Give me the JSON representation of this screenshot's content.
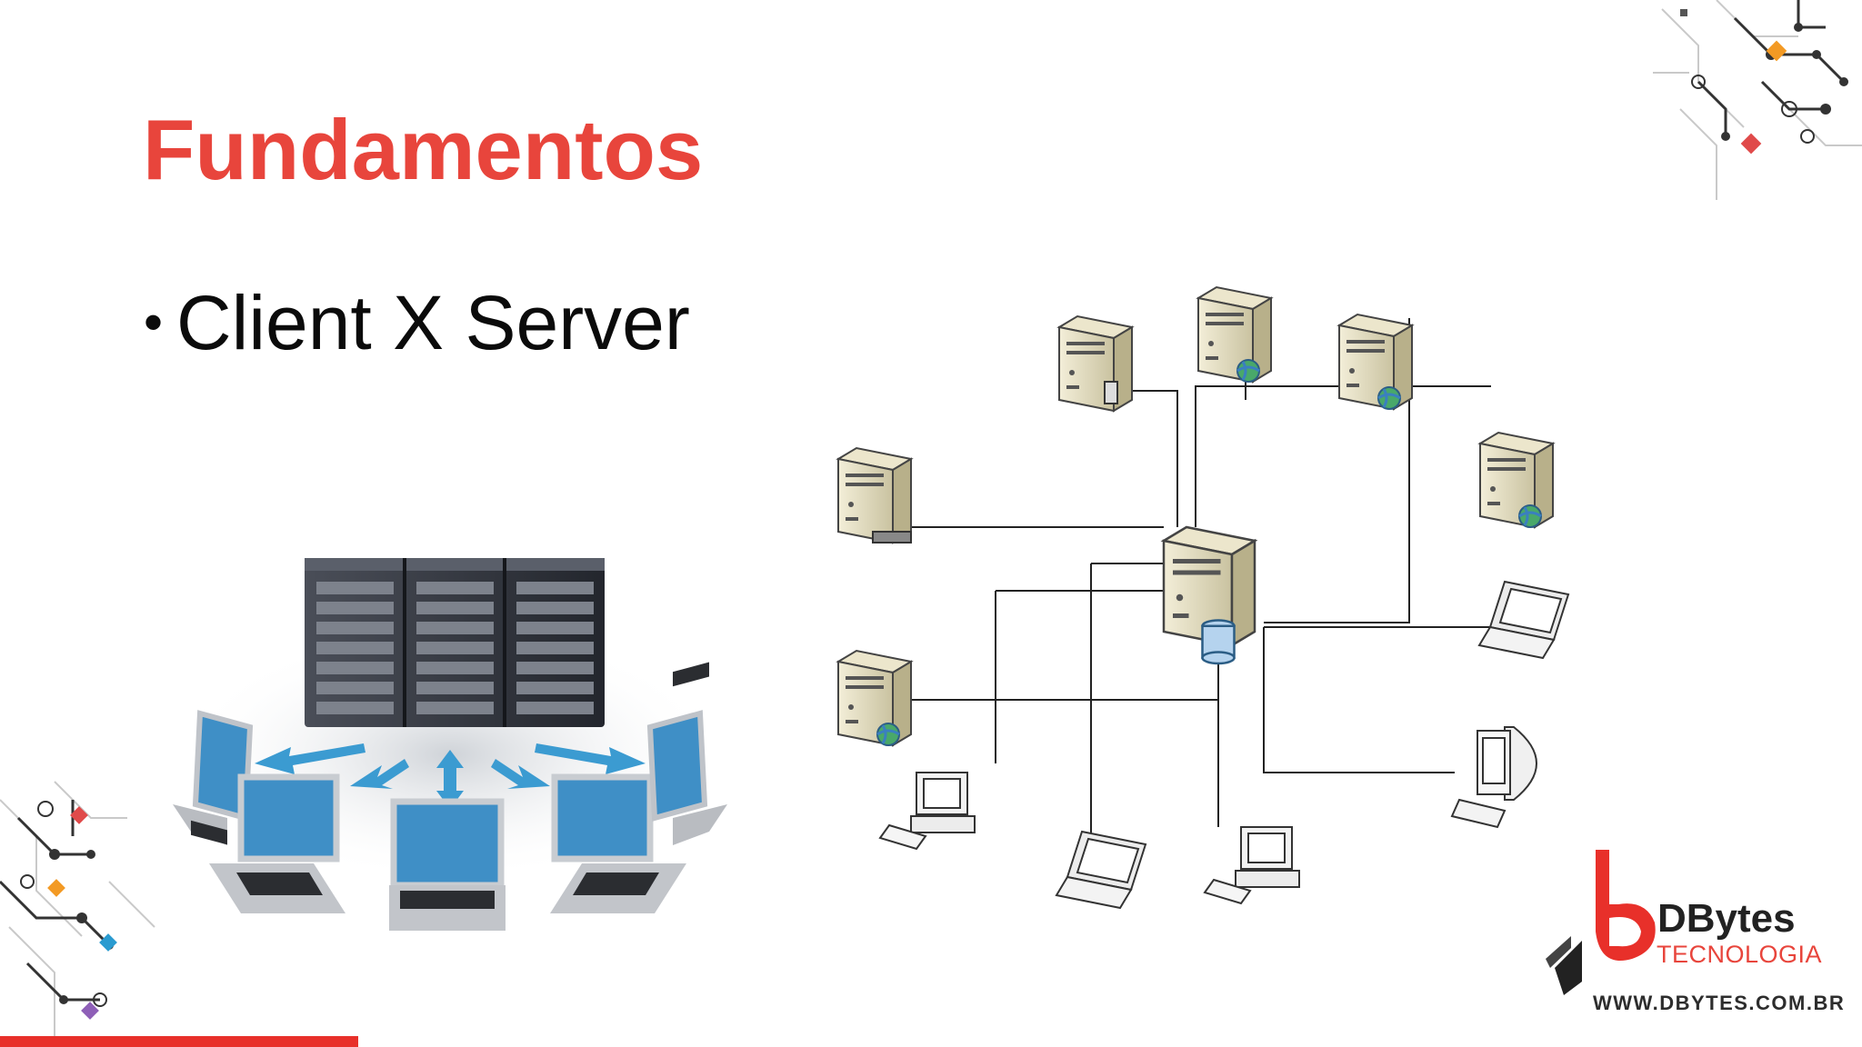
{
  "slide": {
    "title": "Fundamentos",
    "bullets": [
      {
        "marker": "•",
        "text": "Client X Server"
      }
    ]
  },
  "logo": {
    "name": "DBytes",
    "subtitle": "TECNOLOGIA",
    "url": "WWW.DBYTES.COM.BR"
  },
  "colors": {
    "accent": "#e8453c",
    "text": "#0b0b0b",
    "arrow": "#3b9bd1"
  },
  "illustrations": {
    "left": "server-rack-with-laptops",
    "right": "client-server-network-diagram"
  }
}
